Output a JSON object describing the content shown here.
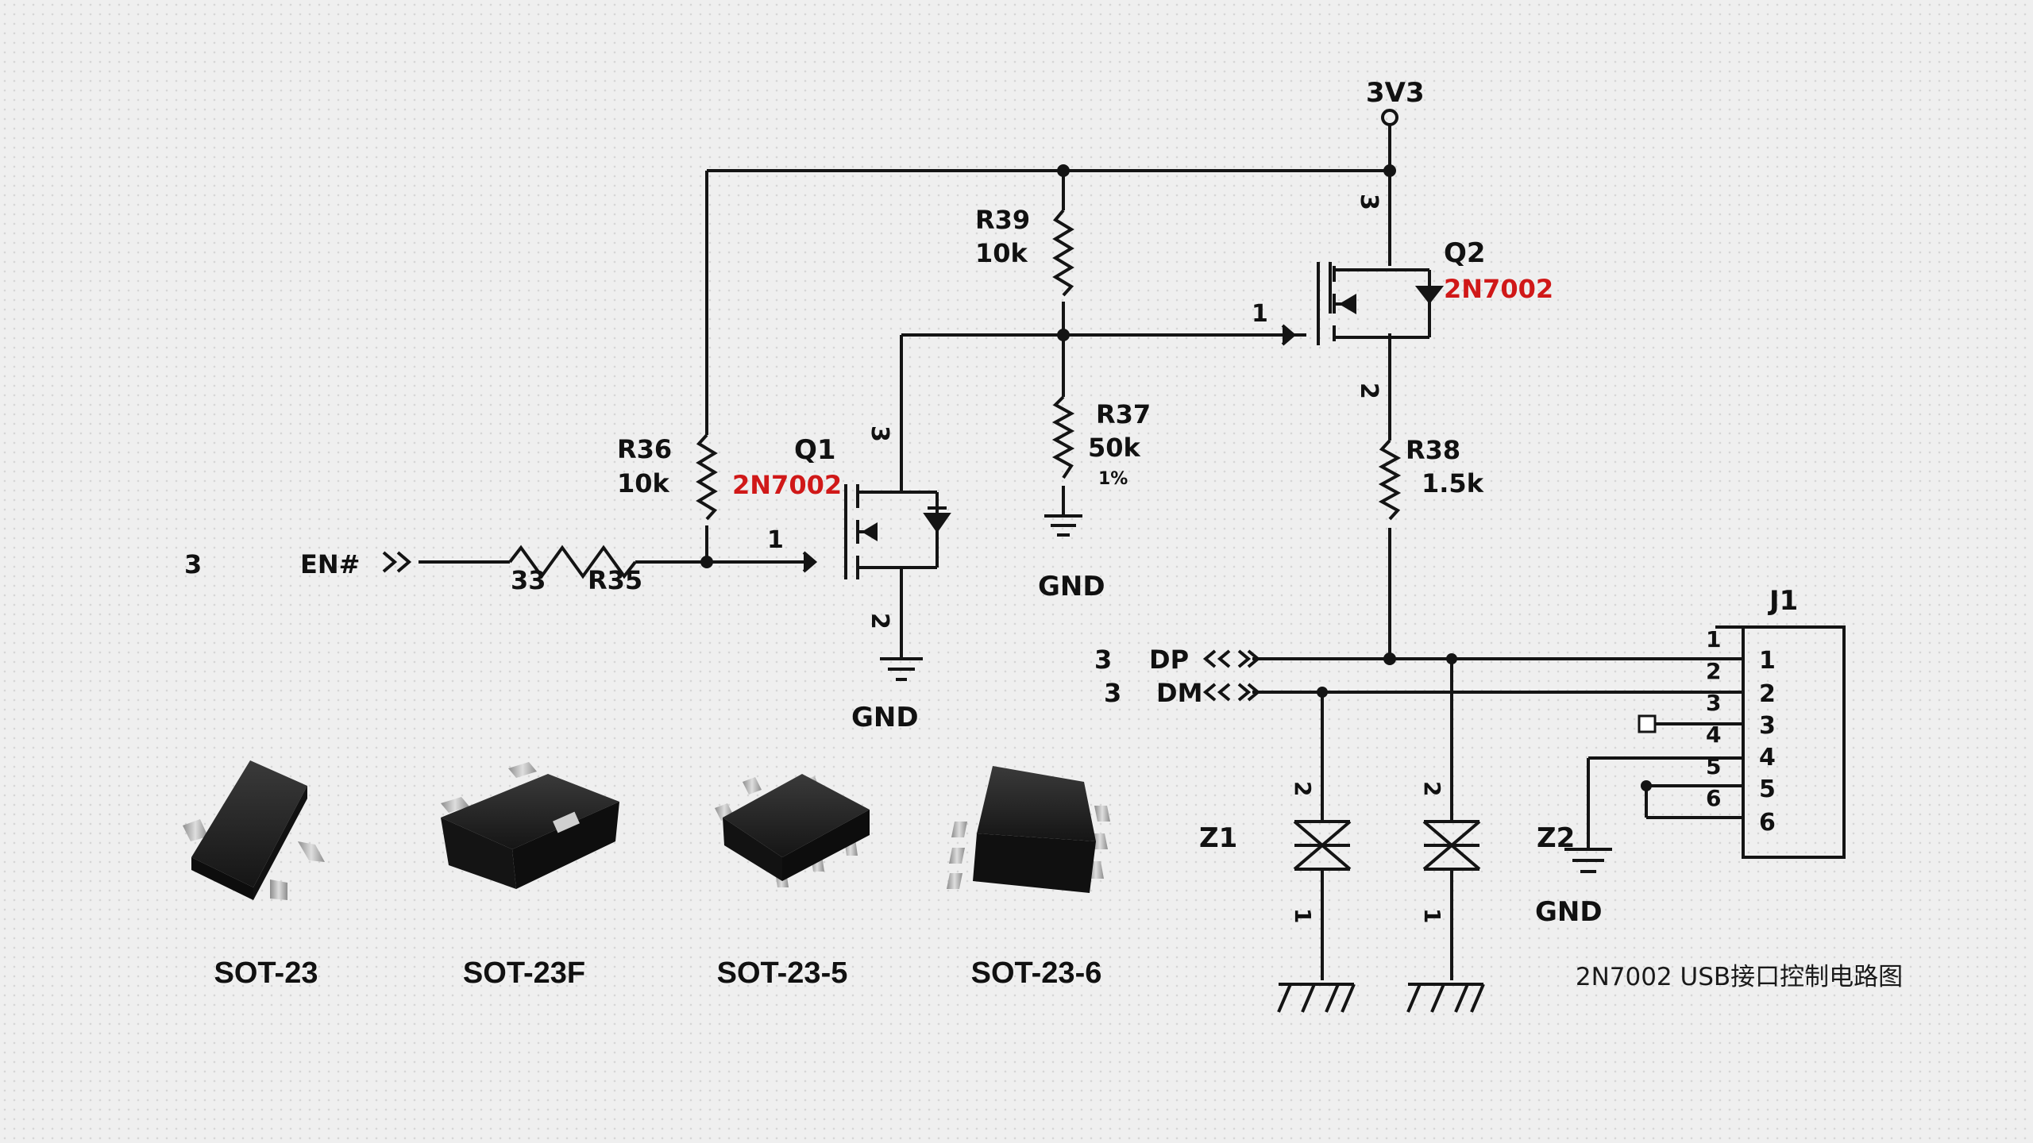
{
  "schematic": {
    "power_label": "3V3",
    "q1": {
      "ref": "Q1",
      "part": "2N7002",
      "pin_drain": "3",
      "pin_gate": "1",
      "pin_source": "2"
    },
    "q2": {
      "ref": "Q2",
      "part": "2N7002",
      "pin_drain": "3",
      "pin_gate": "1",
      "pin_source": "2"
    },
    "r39": {
      "ref": "R39",
      "value": "10k"
    },
    "r36": {
      "ref": "R36",
      "value": "10k"
    },
    "r37": {
      "ref": "R37",
      "value": "50k",
      "tol": "1%"
    },
    "r38": {
      "ref": "R38",
      "value": "1.5k"
    },
    "r35": {
      "ref": "R35",
      "value": "33"
    },
    "en_net": {
      "sheet": "3",
      "name": "EN#"
    },
    "dp_net": {
      "sheet": "3",
      "name": "DP"
    },
    "dm_net": {
      "sheet": "3",
      "name": "DM"
    },
    "gnd": "GND",
    "z1": {
      "ref": "Z1",
      "pin2": "2",
      "pin1": "1"
    },
    "z2": {
      "ref": "Z2",
      "pin2": "2",
      "pin1": "1"
    },
    "j1": {
      "ref": "J1",
      "outer_pins": [
        "1",
        "2",
        "3",
        "4",
        "5",
        "6"
      ],
      "inner_pins": [
        "1",
        "2",
        "3",
        "4",
        "5",
        "6"
      ]
    }
  },
  "packages": [
    "SOT-23",
    "SOT-23F",
    "SOT-23-5",
    "SOT-23-6"
  ],
  "caption": "2N7002 USB接口控制电路图"
}
